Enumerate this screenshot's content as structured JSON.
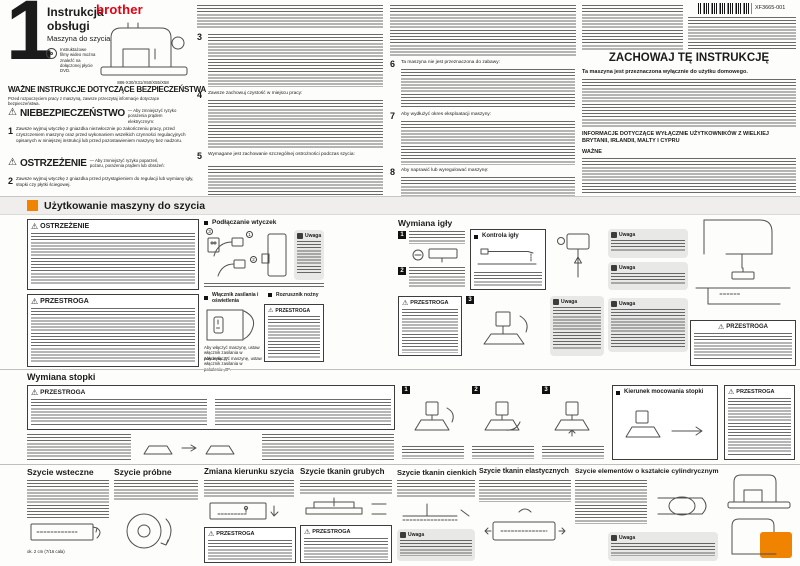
{
  "doc": {
    "code": "XF3665-001",
    "models": "886-X30/X31/X50/X55/X58"
  },
  "colors": {
    "brand_red": "#e60012",
    "accent_orange": "#f08300"
  },
  "icons": {
    "warning": "⚠"
  },
  "masthead": {
    "chapter_number": "1",
    "title": "Instrukcja obsługi",
    "subtitle": "Maszyna do szycia",
    "brand": "brother",
    "dvd_note": "Instruktażowe filmy wideo można znaleźć na dołączonej płycie DVD."
  },
  "safety": {
    "title": "WAŻNE INSTRUKCJE DOTYCZĄCE BEZPIECZEŃSTWA",
    "intro": "Przed rozpoczęciem pracy z maszyną, zawsze przeczytaj informacje dotyczące bezpieczeństwa.",
    "danger": {
      "label": "NIEBEZPIECZEŃSTWO",
      "suffix": "— Aby zmniejszyć ryzyko porażenia prądem elektrycznym:"
    },
    "warning": {
      "label": "OSTRZEŻENIE",
      "suffix": "— Aby zmniejszyć ryzyko poparzeń, pożaru, porażenia prądem lub obrażeń:"
    },
    "items": [
      {
        "num": "1",
        "text": "Zawsze wyjmuj wtyczkę z gniazdka niezwłocznie po zakończeniu pracy, przed czyszczeniem maszyny oraz przed wykonaniem wszelkich czynności regulacyjnych opisanych w niniejszej instrukcji lub przed pozostawieniem maszyny bez nadzoru."
      },
      {
        "num": "2",
        "text": "Zawsze wyjmuj wtyczkę z gniazdka przed przystąpieniem do regulacji lub wymiany igły, stopki czy płytki ściegowej."
      },
      {
        "num": "3",
        "lead": ""
      },
      {
        "num": "4",
        "lead": "Zawsze zachowuj czystość w miejscu pracy:"
      },
      {
        "num": "5",
        "lead": "Wymagane jest zachowanie szczególnej ostrożności podczas szycia:"
      },
      {
        "num": "6",
        "lead": "Ta maszyna nie jest przeznaczona do zabawy:"
      },
      {
        "num": "7",
        "lead": "Aby wydłużyć okres eksploatacji maszyny:"
      },
      {
        "num": "8",
        "lead": "Aby naprawić lub wyregulować maszynę:"
      }
    ]
  },
  "keep": {
    "title": "ZACHOWAJ TĘ INSTRUKCJĘ",
    "subtitle": "Ta maszyna jest przeznaczona wyłącznie do użytku domowego.",
    "uk_header": "INFORMACJE DOTYCZĄCE WYŁĄCZNIE UŻYTKOWNIKÓW Z WIELKIEJ BRYTANII, IRLANDII, MALTY I CYPRU",
    "uk_important": "WAŻNE"
  },
  "labels": {
    "warning": "OSTRZEŻENIE",
    "caution": "PRZESTROGA",
    "note": "Uwaga"
  },
  "usage": {
    "title": "Użytkowanie maszyny do szycia",
    "plugs_title": "Podłączanie wtyczek",
    "switch_title": "Włącznik zasilania i oświetlenia",
    "pedal_title": "Rozrusznik nożny",
    "switch_on": "Aby włączyć maszynę, ustaw włącznik zasilania w położeniu „I”.",
    "switch_off": "Aby wyłączyć maszynę, ustaw włącznik zasilania w położeniu „O”.",
    "needle_title": "Wymiana igły",
    "needle_check_title": "Kontrola igły",
    "foot_title": "Wymiana stopki",
    "foot_direction_title": "Kierunek mocowania stopki",
    "steps": [
      "1",
      "2",
      "3"
    ]
  },
  "sewing": {
    "sections": [
      "Szycie wsteczne",
      "Szycie próbne",
      "Zmiana kierunku szycia",
      "Szycie tkanin grubych",
      "Szycie tkanin cienkich",
      "Szycie tkanin elastycznych",
      "Szycie elementów o kształcie cylindrycznym"
    ],
    "measure": "ok. 2 cm (7/16 cala)"
  }
}
